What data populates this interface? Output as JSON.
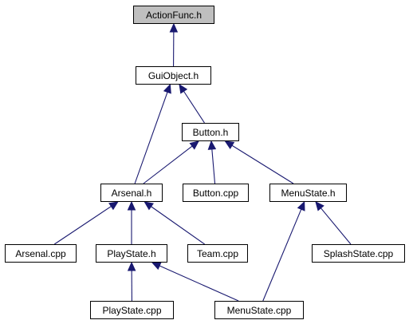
{
  "diagram": {
    "colors": {
      "edge": "#191970",
      "root_fill": "#bfbfbf",
      "node_fill": "#ffffff",
      "border": "#000000"
    },
    "nodes": {
      "action_func": "ActionFunc.h",
      "gui_object": "GuiObject.h",
      "button_h": "Button.h",
      "arsenal_h": "Arsenal.h",
      "button_cpp": "Button.cpp",
      "menu_state_h": "MenuState.h",
      "arsenal_cpp": "Arsenal.cpp",
      "play_state_h": "PlayState.h",
      "team_cpp": "Team.cpp",
      "splash_state_cpp": "SplashState.cpp",
      "play_state_cpp": "PlayState.cpp",
      "menu_state_cpp": "MenuState.cpp"
    },
    "edges": [
      {
        "from": "gui_object",
        "to": "action_func"
      },
      {
        "from": "arsenal_h",
        "to": "gui_object"
      },
      {
        "from": "button_h",
        "to": "gui_object"
      },
      {
        "from": "arsenal_h",
        "to": "button_h"
      },
      {
        "from": "button_cpp",
        "to": "button_h"
      },
      {
        "from": "menu_state_h",
        "to": "button_h"
      },
      {
        "from": "arsenal_cpp",
        "to": "arsenal_h"
      },
      {
        "from": "play_state_h",
        "to": "arsenal_h"
      },
      {
        "from": "team_cpp",
        "to": "arsenal_h"
      },
      {
        "from": "menu_state_cpp",
        "to": "menu_state_h"
      },
      {
        "from": "splash_state_cpp",
        "to": "menu_state_h"
      },
      {
        "from": "play_state_cpp",
        "to": "play_state_h"
      },
      {
        "from": "menu_state_cpp",
        "to": "play_state_h"
      }
    ]
  }
}
